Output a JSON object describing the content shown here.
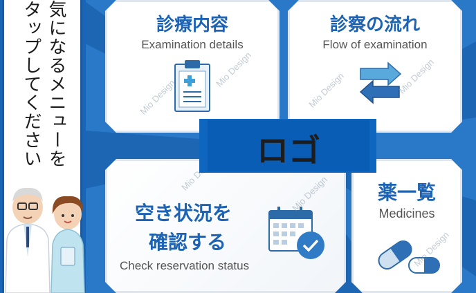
{
  "sidebar": {
    "line1": "気になるメニューを",
    "line2": "タップしてください"
  },
  "cards": {
    "exam": {
      "title": "診療内容",
      "subtitle": "Examination details"
    },
    "flow": {
      "title": "診察の流れ",
      "subtitle": "Flow of examination"
    },
    "availability": {
      "title_line1": "空き状況を",
      "title_line2": "確認する",
      "subtitle": "Check reservation status"
    },
    "medicines": {
      "title": "薬一覧",
      "subtitle": "Medicines"
    }
  },
  "logo": {
    "text": "ロゴ"
  },
  "watermark": {
    "text": "Mio Design"
  },
  "colors": {
    "primary": "#1c63b4",
    "background": "#1f6fc0",
    "logo_box": "#0a5db5"
  }
}
